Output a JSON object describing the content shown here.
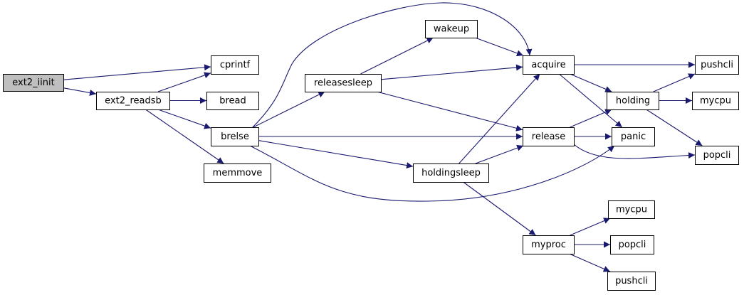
{
  "graph": {
    "edge_color": "#191970",
    "root_fill": "#bfbfbf",
    "nodes": {
      "ext2_iinit": "ext2_iinit",
      "cprintf": "cprintf",
      "ext2_readsb": "ext2_readsb",
      "bread": "bread",
      "brelse": "brelse",
      "memmove": "memmove",
      "releasesleep": "releasesleep",
      "wakeup": "wakeup",
      "acquire": "acquire",
      "holding": "holding",
      "pushcli": "pushcli",
      "mycpu": "mycpu",
      "popcli": "popcli",
      "release": "release",
      "panic": "panic",
      "holdingsleep": "holdingsleep",
      "myproc": "myproc",
      "myproc_mycpu": "mycpu",
      "myproc_popcli": "popcli",
      "myproc_pushcli": "pushcli"
    },
    "edges": [
      [
        "ext2_iinit",
        "cprintf"
      ],
      [
        "ext2_iinit",
        "ext2_readsb"
      ],
      [
        "ext2_readsb",
        "cprintf"
      ],
      [
        "ext2_readsb",
        "bread"
      ],
      [
        "ext2_readsb",
        "brelse"
      ],
      [
        "ext2_readsb",
        "memmove"
      ],
      [
        "brelse",
        "acquire"
      ],
      [
        "brelse",
        "releasesleep"
      ],
      [
        "brelse",
        "release"
      ],
      [
        "brelse",
        "holdingsleep"
      ],
      [
        "brelse",
        "panic"
      ],
      [
        "releasesleep",
        "wakeup"
      ],
      [
        "releasesleep",
        "acquire"
      ],
      [
        "releasesleep",
        "release"
      ],
      [
        "wakeup",
        "acquire"
      ],
      [
        "acquire",
        "pushcli"
      ],
      [
        "acquire",
        "holding"
      ],
      [
        "acquire",
        "panic"
      ],
      [
        "holding",
        "pushcli"
      ],
      [
        "holding",
        "mycpu"
      ],
      [
        "holding",
        "popcli"
      ],
      [
        "release",
        "holding"
      ],
      [
        "release",
        "panic"
      ],
      [
        "release",
        "popcli"
      ],
      [
        "holdingsleep",
        "acquire"
      ],
      [
        "holdingsleep",
        "release"
      ],
      [
        "holdingsleep",
        "myproc"
      ],
      [
        "myproc",
        "myproc_mycpu"
      ],
      [
        "myproc",
        "myproc_popcli"
      ],
      [
        "myproc",
        "myproc_pushcli"
      ]
    ]
  }
}
